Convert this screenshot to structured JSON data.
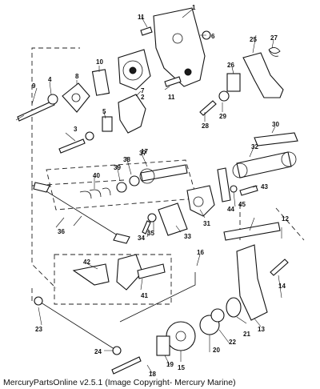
{
  "caption": "MercuryPartsOnline v2.5.1 (Image Copyright- Mercury Marine)",
  "callouts": [
    "1",
    "2",
    "3",
    "4",
    "5",
    "6",
    "7",
    "8",
    "9",
    "10",
    "11",
    "11",
    "12",
    "13",
    "14",
    "15",
    "16",
    "17",
    "18",
    "19",
    "20",
    "21",
    "22",
    "23",
    "24",
    "25",
    "26",
    "27",
    "28",
    "29",
    "30",
    "31",
    "32",
    "33",
    "34",
    "35",
    "36",
    "37",
    "38",
    "39",
    "40",
    "41",
    "42",
    "43",
    "44",
    "45"
  ]
}
